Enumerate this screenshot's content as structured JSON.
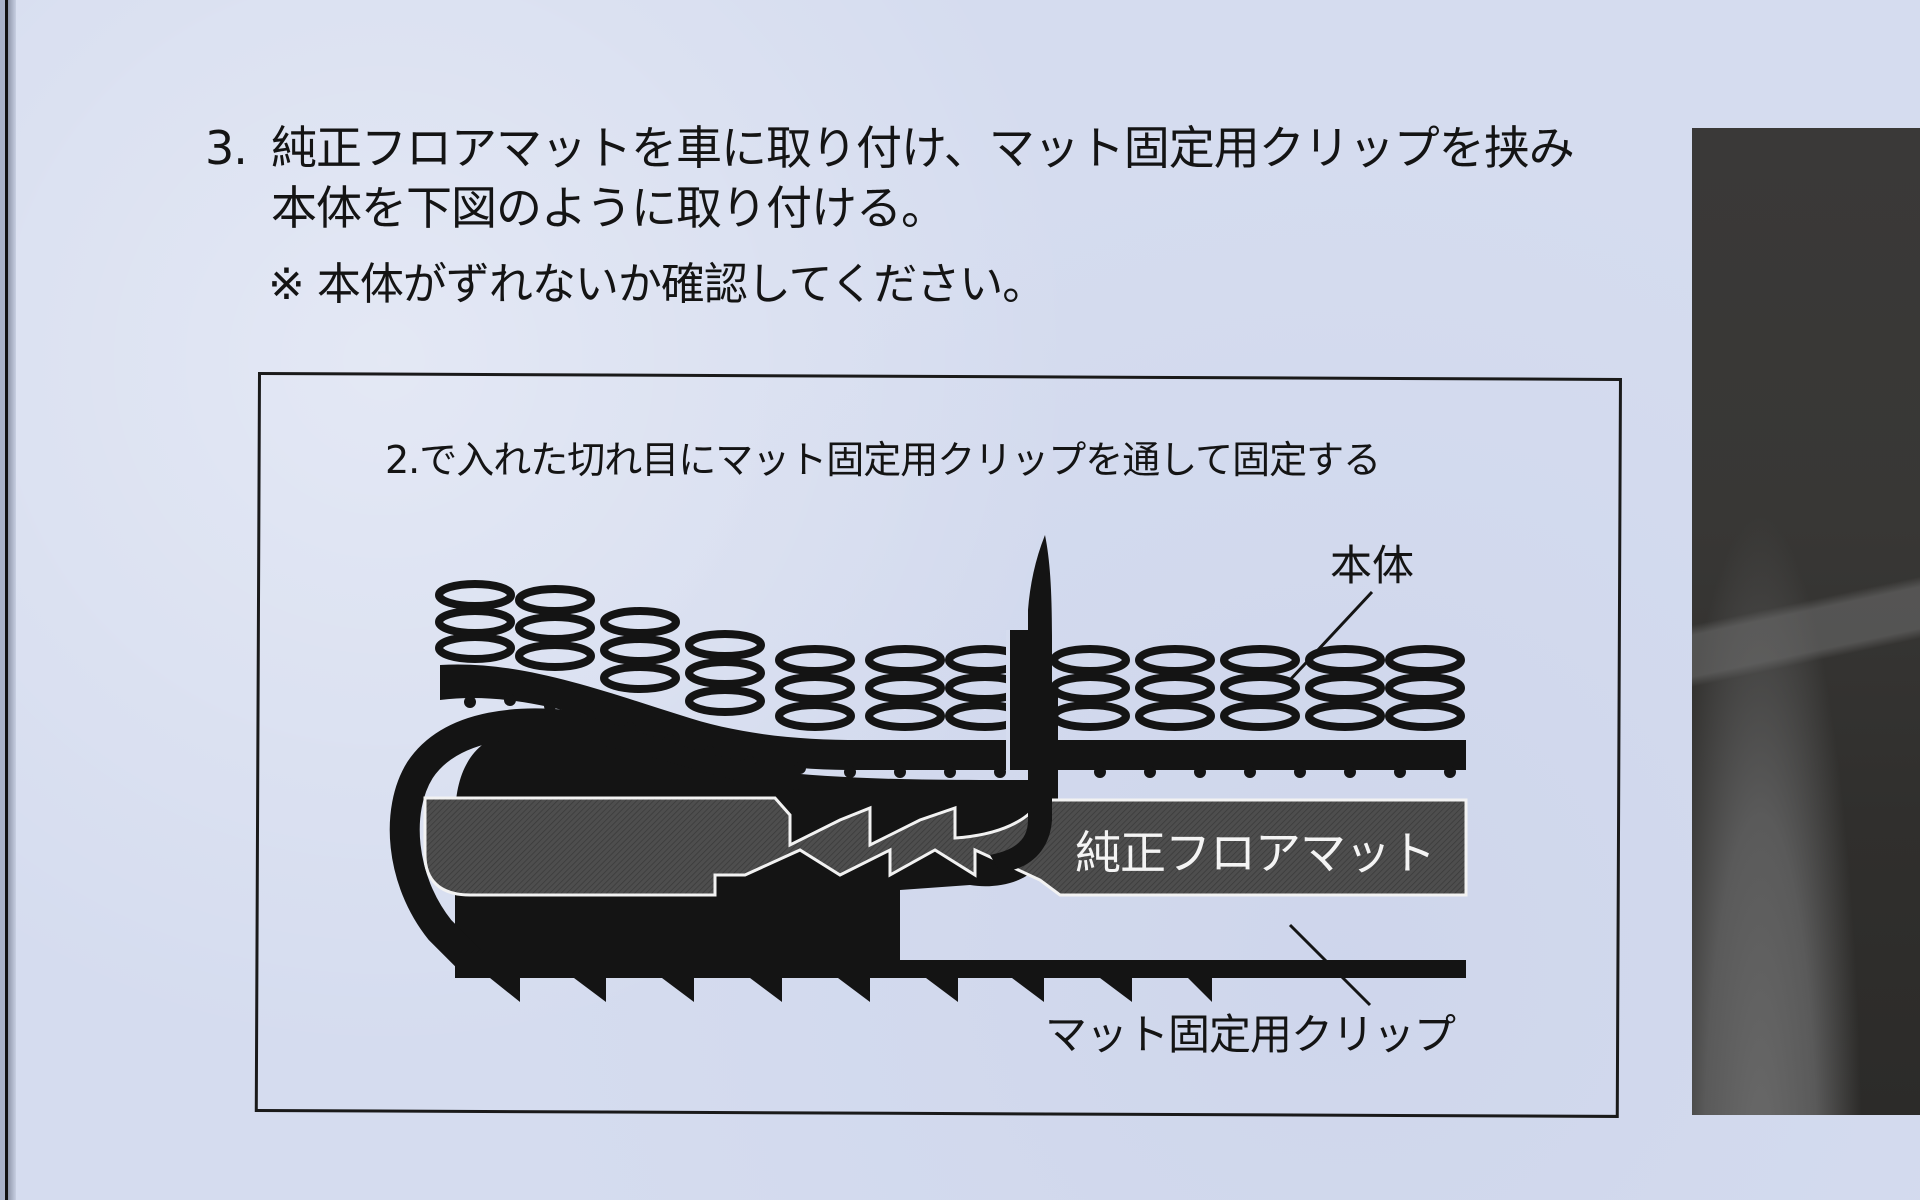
{
  "document": {
    "step": {
      "number": "3.",
      "line1": "純正フロアマットを車に取り付け、マット固定用クリップを挟み",
      "line2": "本体を下図のように取り付ける。"
    },
    "note": "※ 本体がずれないか確認してください。",
    "diagram": {
      "caption": "2.で入れた切れ目にマット固定用クリップを通して固定する",
      "labels": {
        "body": "本体",
        "floor_mat": "純正フロアマット",
        "clip": "マット固定用クリップ"
      }
    }
  },
  "colors": {
    "paper": "#d5dcef",
    "ink": "#141414",
    "mat_gray": "#4a4a4a",
    "photo_dark": "#353432"
  }
}
